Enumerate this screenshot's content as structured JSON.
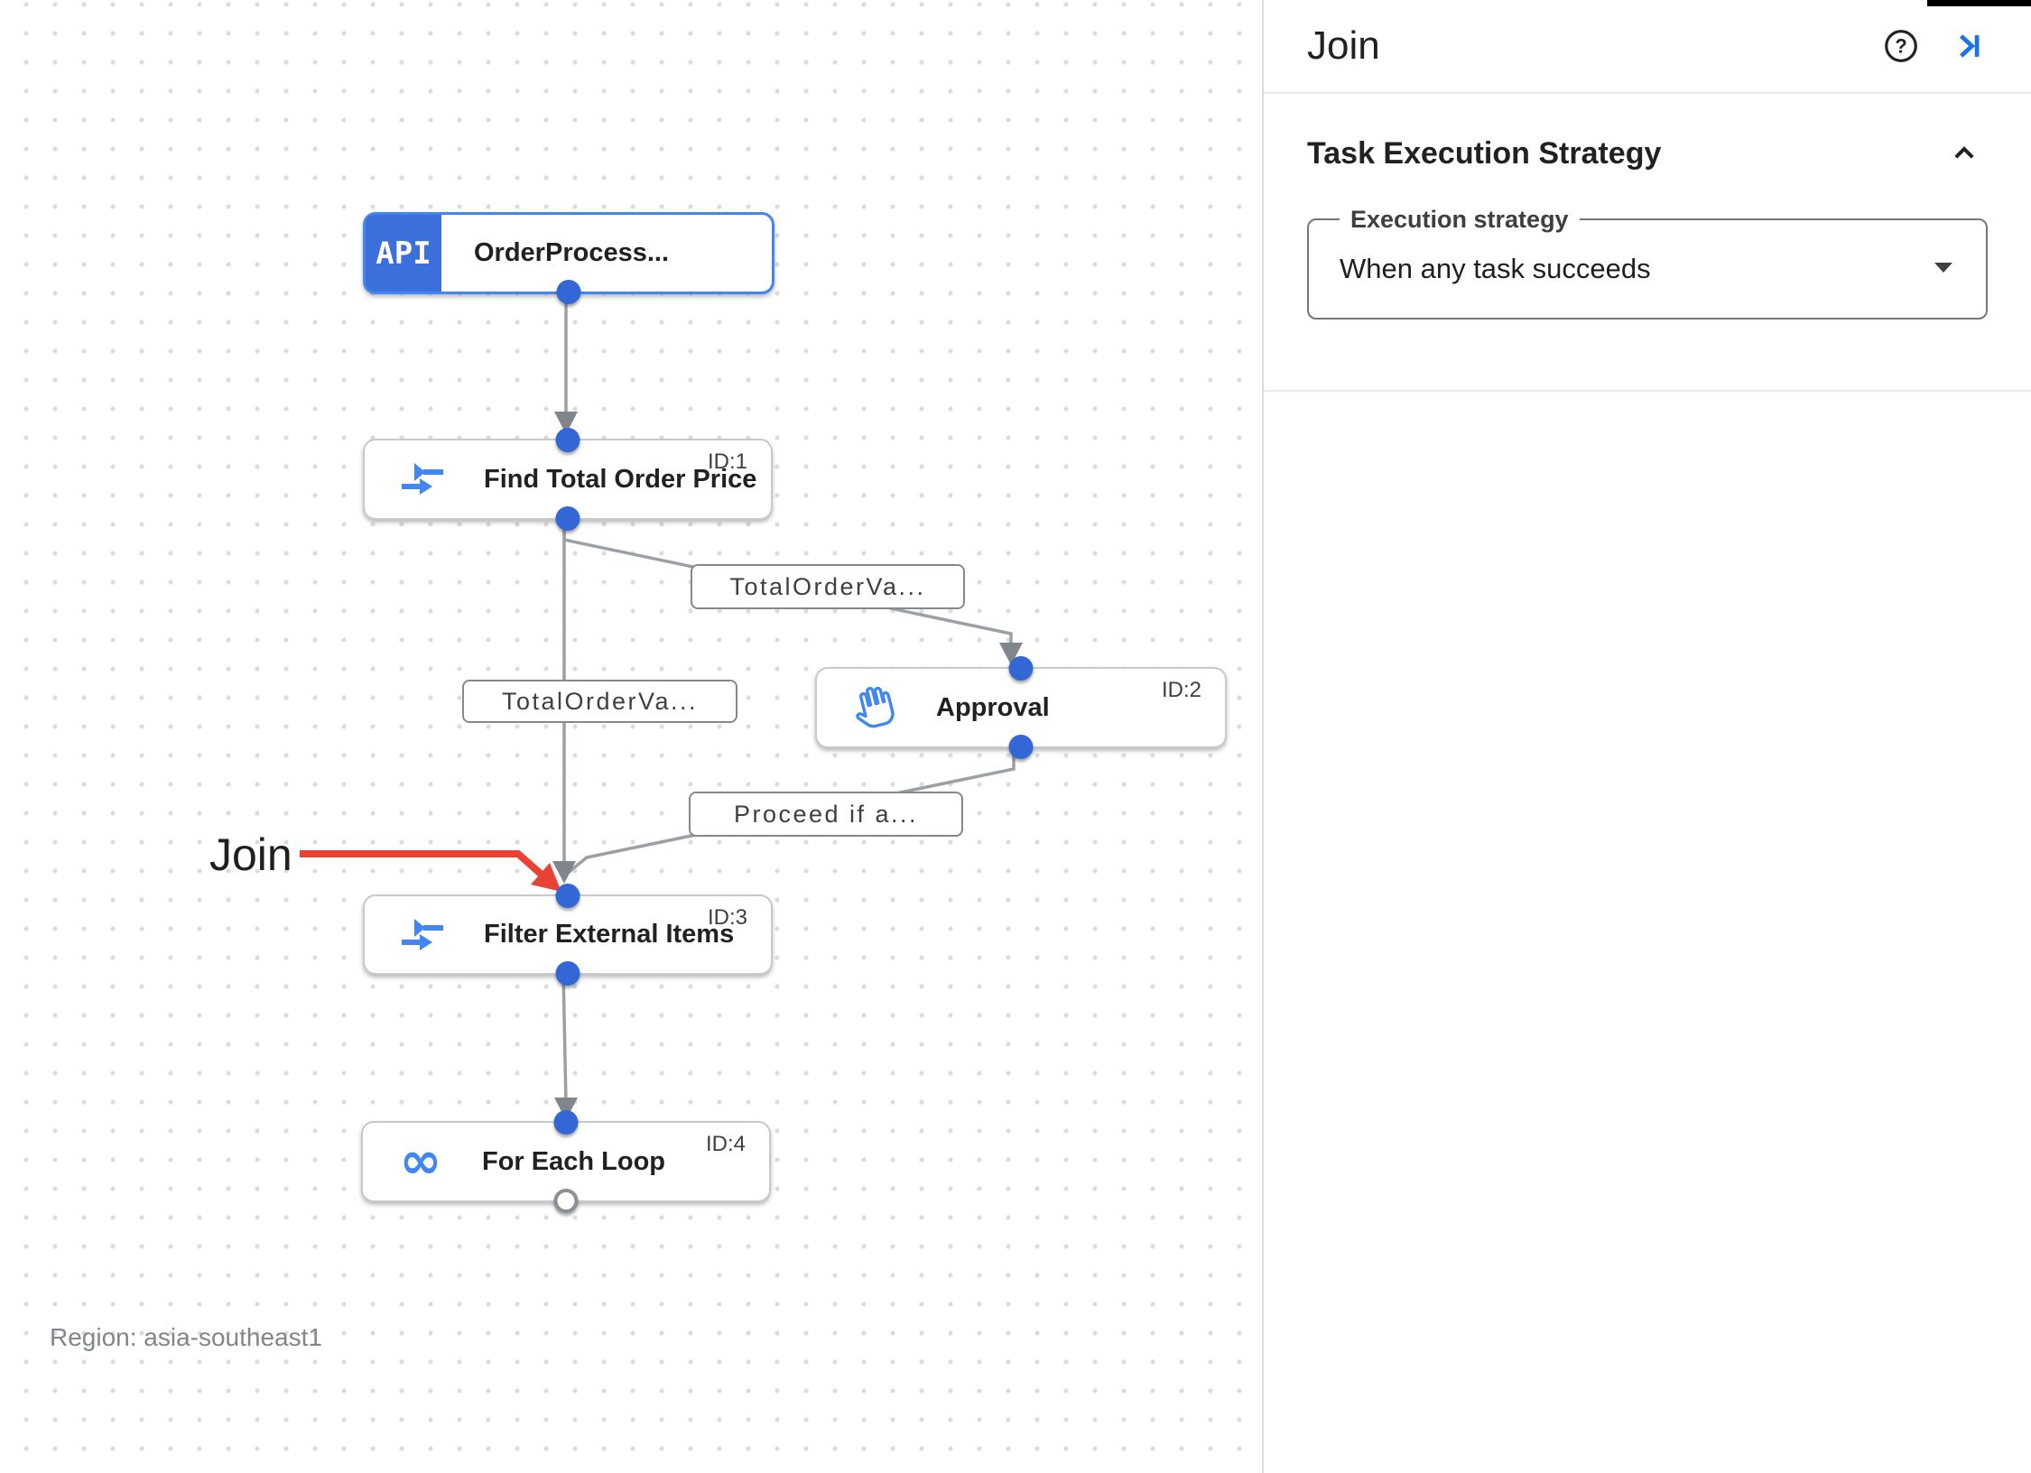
{
  "panel": {
    "title": "Join",
    "header_icons": [
      "help-icon",
      "collapse-panel-icon"
    ],
    "section": {
      "title": "Task Execution Strategy",
      "collapse_icon": "chevron-up-icon",
      "field_label": "Execution strategy",
      "field_value": "When any task succeeds"
    }
  },
  "canvas": {
    "region_label": "Region: asia-southeast1",
    "annotation": {
      "text": "Join",
      "arrow_color": "#EA4335"
    },
    "nodes": [
      {
        "id": "",
        "title": "OrderProcess...",
        "icon": "api-trigger-icon",
        "type": "trigger"
      },
      {
        "id": "ID:1",
        "title": "Find Total Order Price",
        "icon": "data-mapping-icon",
        "type": "task"
      },
      {
        "id": "ID:2",
        "title": "Approval",
        "icon": "hand-icon",
        "type": "task"
      },
      {
        "id": "ID:3",
        "title": "Filter External Items",
        "icon": "data-mapping-icon",
        "type": "task"
      },
      {
        "id": "ID:4",
        "title": "For Each Loop",
        "icon": "loop-icon",
        "type": "task"
      }
    ],
    "edge_labels": [
      "TotalOrderVa...",
      "TotalOrderVa...",
      "Proceed if a..."
    ],
    "api_badge_text": "API",
    "loop_glyph": "∞"
  },
  "colors": {
    "trigger_blue": "#3B6FD9",
    "node_border_blue": "#4285F4",
    "icon_blue": "#4285F4",
    "connector_dot": "#3367D6",
    "edge_gray": "#9AA0A6",
    "annotation_red": "#EA4335",
    "panel_action_blue": "#1A73E8"
  }
}
